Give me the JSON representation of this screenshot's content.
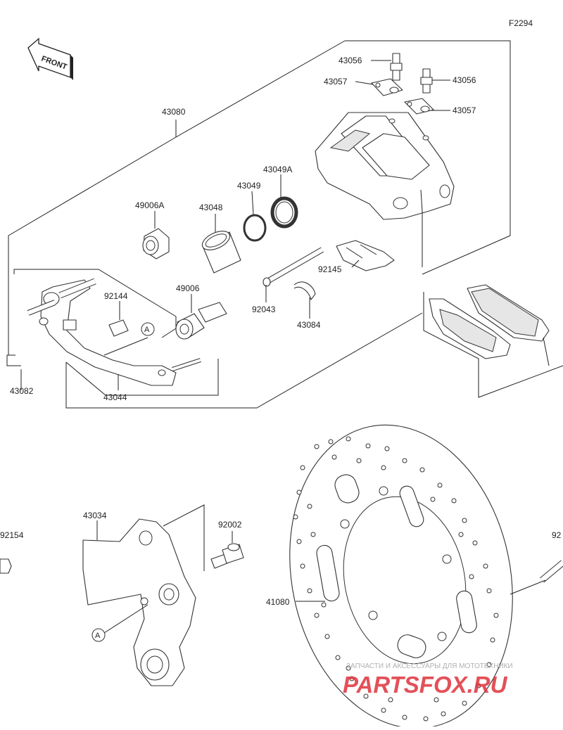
{
  "diagram": {
    "figure_code": "F2294",
    "front_marker": "FRONT",
    "ref_marker": "A",
    "watermark_top": "ЗАПЧАСТИ И АКСЕССУАРЫ ДЛЯ МОТОТЕХНИКИ",
    "watermark_main": "PARTSFOX.RU",
    "colors": {
      "lines": "#222222",
      "watermark_red": "#e0323c",
      "watermark_gray": "#b0b0b0"
    },
    "labels": {
      "p43056a": "43056",
      "p43056b": "43056",
      "p43057a": "43057",
      "p43057b": "43057",
      "p43080": "43080",
      "p43049a": "43049A",
      "p43049": "43049",
      "p43048": "43048",
      "p49006a": "49006A",
      "p92145": "92145",
      "p92144": "92144",
      "p49006": "49006",
      "p92043": "92043",
      "p43084": "43084",
      "p43082": "43082",
      "p43044": "43044",
      "p43034": "43034",
      "p92002": "92002",
      "p92154": "92154",
      "p41080": "41080",
      "p92cut": "92"
    }
  }
}
